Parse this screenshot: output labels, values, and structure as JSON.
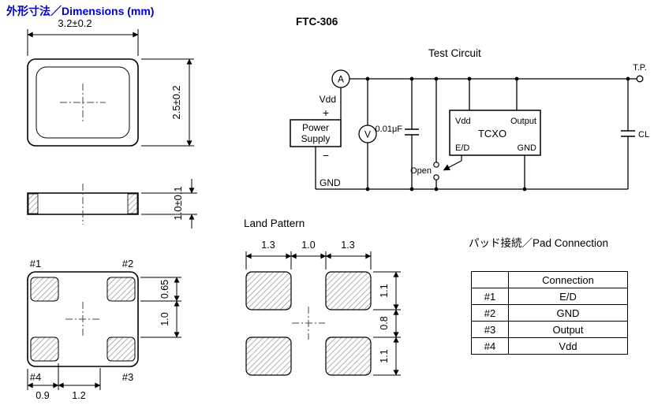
{
  "page": {
    "title": "外形寸法／Dimensions (mm)",
    "model": "FTC-306"
  },
  "package_top_view": {
    "width_dim": "3.2±0.2",
    "height_dim": "2.5±0.2"
  },
  "package_side_view": {
    "thickness_dim": "1.0±0.1"
  },
  "package_bottom_view": {
    "pad1": "#1",
    "pad2": "#2",
    "pad3": "#3",
    "pad4": "#4",
    "pad_height_dim": "0.65",
    "pad_gap_dim": "1.0",
    "pad_width_dim": "0.9",
    "pad_pitch_dim": "1.2"
  },
  "land_pattern": {
    "title": "Land Pattern",
    "dim_top_left": "1.3",
    "dim_top_center": "1.0",
    "dim_top_right": "1.3",
    "dim_right_top": "1.1",
    "dim_right_middle": "0.8",
    "dim_right_bottom": "1.1"
  },
  "test_circuit": {
    "title": "Test Circuit",
    "ammeter_label": "A",
    "voltmeter_label": "V",
    "vdd_label": "Vdd",
    "plus_label": "+",
    "minus_label": "−",
    "gnd_label": "GND",
    "power_supply_line1": "Power",
    "power_supply_line2": "Supply",
    "capacitor_label": "0.01μF",
    "tcxo_label": "TCXO",
    "pin_vdd": "Vdd",
    "pin_output": "Output",
    "pin_ed": "E/D",
    "pin_gnd": "GND",
    "open_label": "Open",
    "tp_label": "T.P.",
    "cl_label": "CL"
  },
  "pad_connection": {
    "title": "パッド接続／Pad Connection",
    "header": "Connection",
    "rows": [
      {
        "pin": "#1",
        "signal": "E/D"
      },
      {
        "pin": "#2",
        "signal": "GND"
      },
      {
        "pin": "#3",
        "signal": "Output"
      },
      {
        "pin": "#4",
        "signal": "Vdd"
      }
    ]
  }
}
